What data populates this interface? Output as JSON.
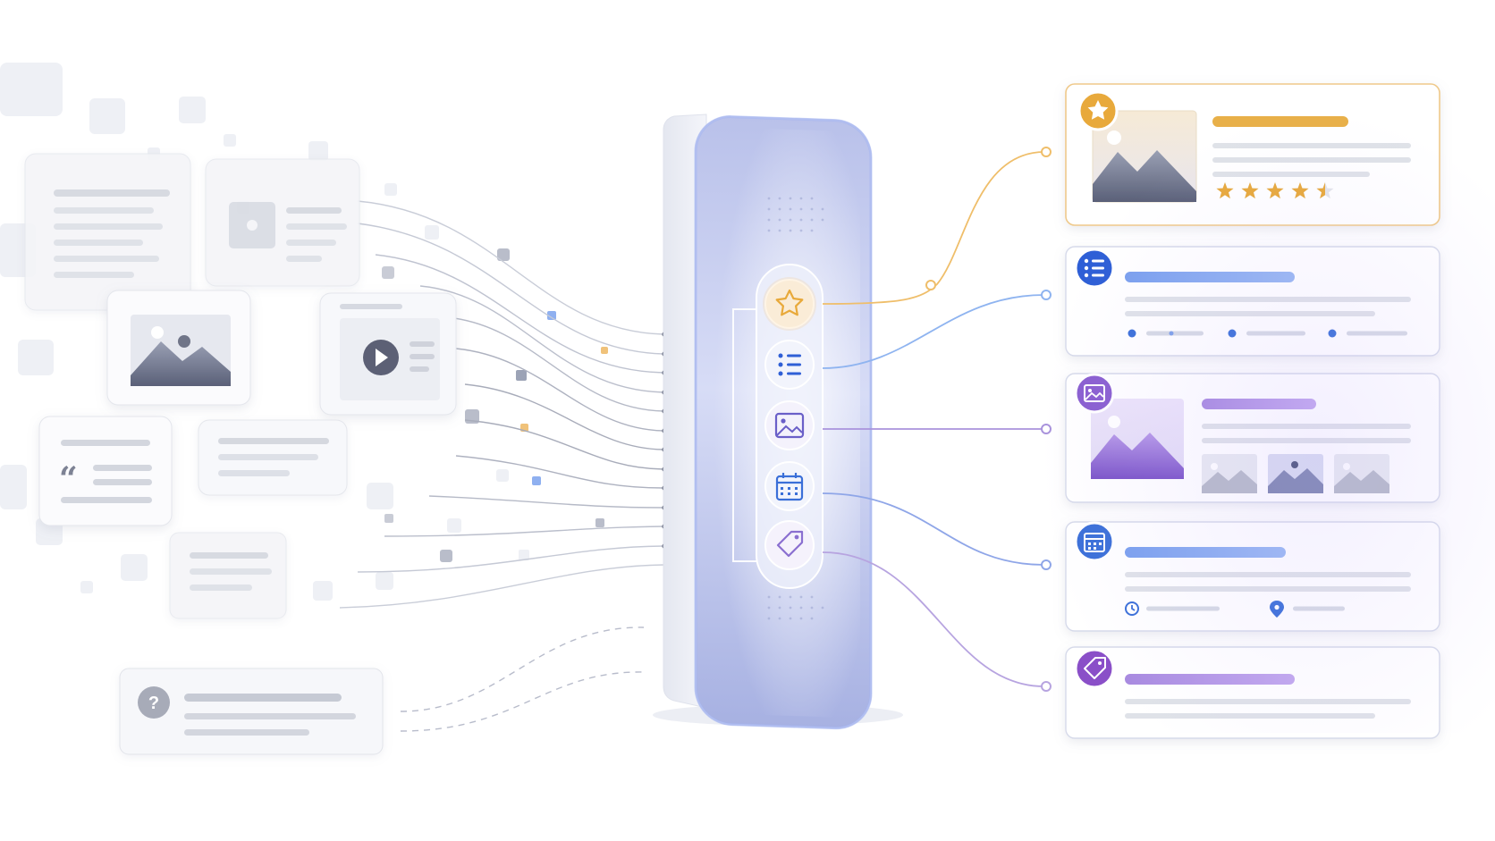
{
  "colors": {
    "background": "#ffffff",
    "star_gold": "#e8a93a",
    "list_blue": "#2f5fd6",
    "image_purple": "#8a5fd0",
    "calendar_blue": "#3a6fd8",
    "tag_purple": "#8a4fc8",
    "card_border_gold": "#efc98a",
    "card_border_neutral": "#d6daea",
    "panel_glass": "#b7c2ec",
    "muted_gray": "#c9cdd8"
  },
  "device": {
    "icons": [
      "star-icon",
      "list-icon",
      "image-icon",
      "calendar-icon",
      "tag-icon"
    ]
  },
  "input_items": [
    "text-document",
    "image-text-document",
    "image-card",
    "video-card",
    "quote-card",
    "text-snippet",
    "list-snippet",
    "faq-question-card"
  ],
  "output_cards": [
    {
      "kind": "review",
      "icon": "star-icon",
      "accent": "#e8a93a",
      "rating": 4.5,
      "rating_max": 5
    },
    {
      "kind": "list",
      "icon": "list-icon",
      "accent": "#2f5fd6"
    },
    {
      "kind": "gallery",
      "icon": "image-icon",
      "accent": "#8a5fd0"
    },
    {
      "kind": "event",
      "icon": "calendar-icon",
      "accent": "#3a6fd8",
      "meta_icons": [
        "clock-icon",
        "location-pin-icon"
      ]
    },
    {
      "kind": "tag",
      "icon": "tag-icon",
      "accent": "#8a4fc8"
    }
  ]
}
